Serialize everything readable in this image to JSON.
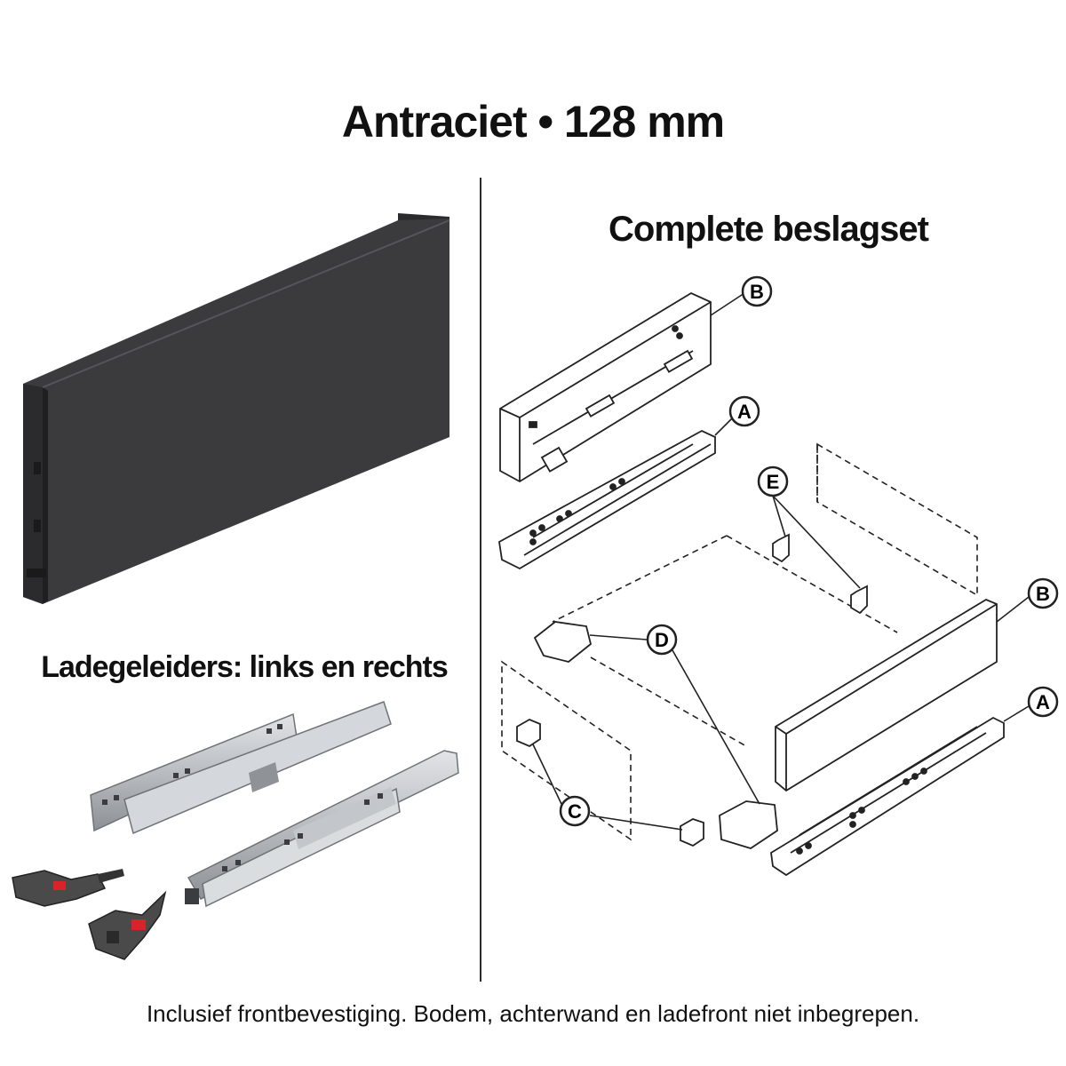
{
  "title": "Antraciet • 128 mm",
  "right_heading": "Complete beslagset",
  "left_heading": "Ladegeleiders: links en rechts",
  "footer": "Inclusief frontbevestiging. Bodem, achterwand en ladefront niet inbegrepen.",
  "callouts": {
    "b_top": "B",
    "a_top": "A",
    "e": "E",
    "d": "D",
    "b_right": "B",
    "a_right": "A",
    "c": "C"
  },
  "colors": {
    "anthracite": "#3b3b3e",
    "anthracite_dark": "#2b2b2d",
    "steel": "#c9ccd0",
    "latch": "#4a4a4a",
    "accent_red": "#d8232a"
  }
}
